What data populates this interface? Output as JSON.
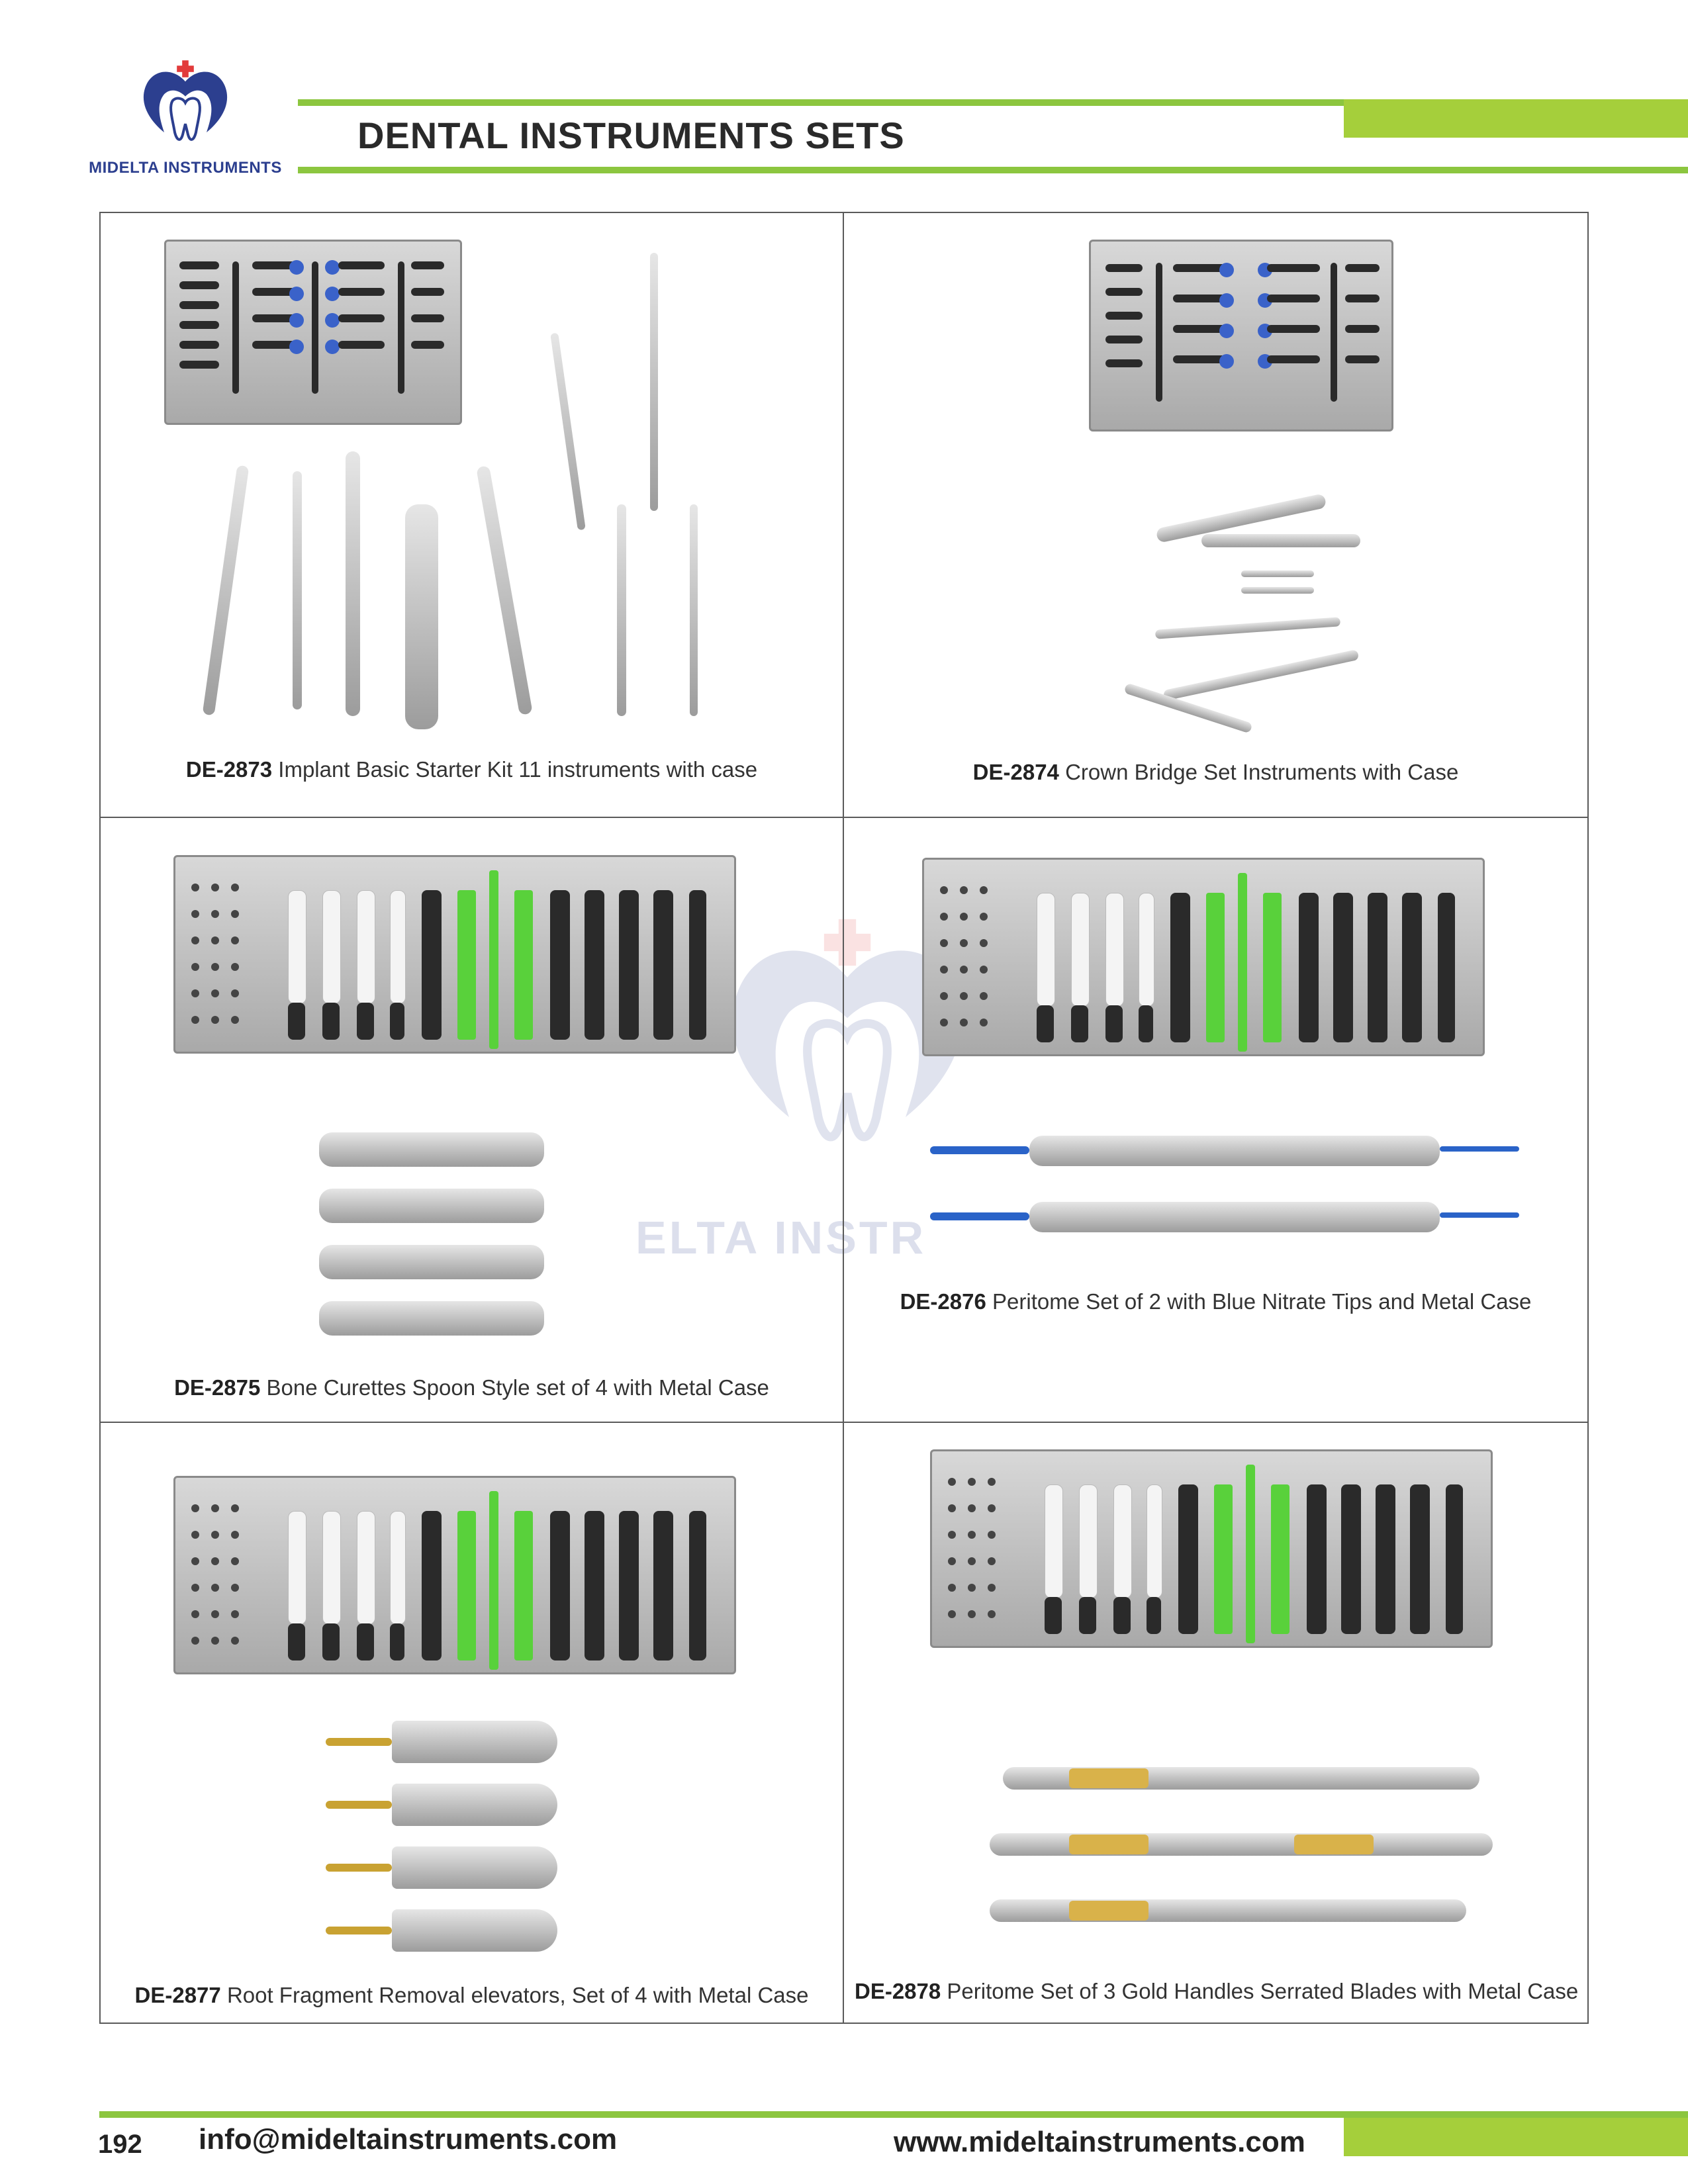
{
  "header": {
    "brand_name": "MIDELTA INSTRUMENTS",
    "title": "DENTAL INSTRUMENTS SETS",
    "accent_color": "#8cc63f",
    "brand_color": "#2c3f8f"
  },
  "products": [
    {
      "code": "DE-2873",
      "description": "Implant Basic Starter Kit 11 instruments with case"
    },
    {
      "code": "DE-2874",
      "description": "Crown Bridge Set Instruments with Case"
    },
    {
      "code": "DE-2875",
      "description": "Bone Curettes Spoon Style set of 4 with Metal Case"
    },
    {
      "code": "DE-2876",
      "description": "Peritome Set of 2 with Blue Nitrate Tips and Metal Case"
    },
    {
      "code": "DE-2877",
      "description": "Root Fragment Removal elevators, Set of 4 with Metal Case"
    },
    {
      "code": "DE-2878",
      "description": "Peritome Set of 3 Gold Handles Serrated Blades with Metal Case"
    }
  ],
  "watermark": {
    "text": "ELTA INSTR"
  },
  "footer": {
    "page_number": "192",
    "email": "info@mideltainstruments.com",
    "website": "www.mideltainstruments.com"
  }
}
